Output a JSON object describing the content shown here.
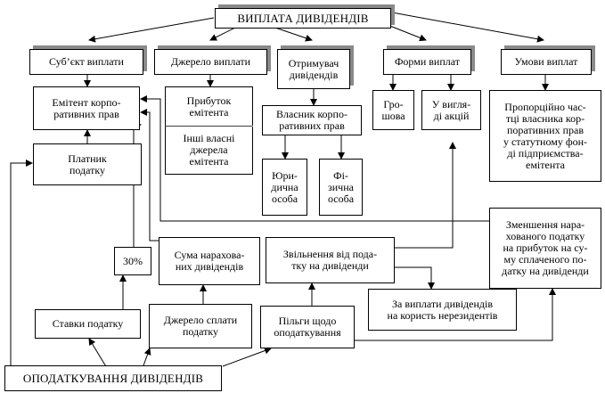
{
  "title": "ВИПЛАТА ДИВІДЕНДІВ",
  "subject": "Суб’єкт виплати",
  "source": "Джерело виплати",
  "recipient": "Отримувач\nдивідендів",
  "forms": "Форми виплат",
  "conditions": "Умови виплат",
  "issuer": "Емітент корпо-\nративних прав",
  "profit": "Прибуток\nемітента",
  "other_sources": "Інші власні\nджерела\nемітента",
  "owner": "Власник корпо-\nративних прав",
  "cash": "Гро-\nшова",
  "shares": "У вигля-\nді акцій",
  "proportional": "Пропорційно час-\nтці власника кор-\nпоративних прав\nу статутному фон-\nді підприємства-\nемітента",
  "taxpayer": "Платник\nподатку",
  "legal_person": "Юри-\nдична\nособа",
  "natural_person": "Фі-\nзична\nособа",
  "reduction": "Зменшення нара-\nхованого податку\nна прибуток на су-\nму сплаченого по-\nдатку на дивіденди",
  "rate_value": "30%",
  "accrued_sum": "Сума нарахова-\nних дивідендів",
  "exemption": "Звільнення від пода-\nтку на дивіденди",
  "nonresidents": "За   виплати   дивідендів\nна користь нерезидентів",
  "tax_rates": "Ставки податку",
  "payment_source": "Джерело сплати\nподатку",
  "benefits": "Пільги щодо\nоподаткування",
  "taxation": "ОПОДАТКУВАННЯ ДИВІДЕНДІВ"
}
